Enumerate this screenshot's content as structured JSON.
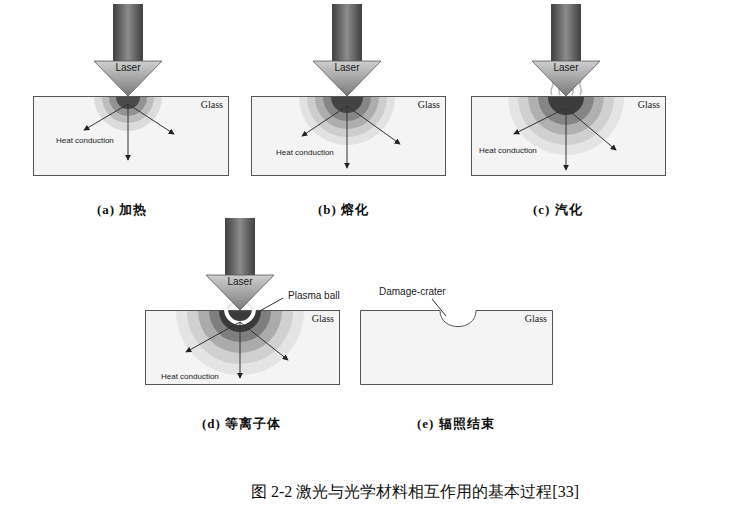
{
  "diagram": {
    "caption": "图 2-2 激光与光学材料相互作用的基本过程[33]",
    "nodes": [
      {
        "text": [
          "Laser"
        ]
      },
      {
        "text": [
          "Glass",
          "Heat conduction"
        ]
      },
      {
        "text": [
          "Laser"
        ]
      },
      {
        "text": [
          "Glass",
          "Heat conduction"
        ]
      },
      {
        "text": [
          "Laser"
        ]
      },
      {
        "text": [
          "Glass",
          "Heat conduction"
        ]
      },
      {
        "text": [
          "Laser"
        ]
      },
      {
        "text": [
          "Glass",
          "Heat conduction"
        ]
      },
      {
        "text": [
          "Glass"
        ]
      }
    ],
    "labels": [
      "(a) 加热",
      "(b) 熔化",
      "(c) 汽化",
      "Plasma ball",
      "Damage-crater",
      "(d) 等离子体",
      "(e) 辐照结束"
    ]
  }
}
